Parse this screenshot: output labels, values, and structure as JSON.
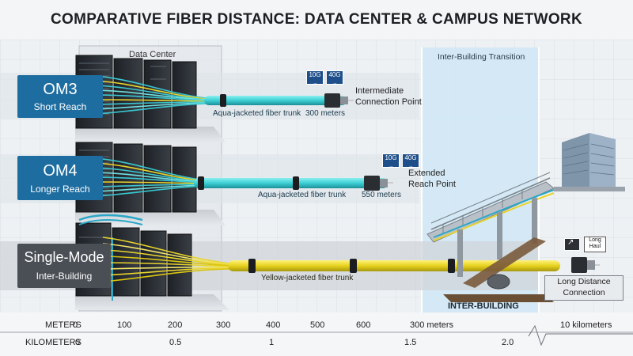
{
  "title": "COMPARATIVE FIBER DISTANCE: DATA CENTER & CAMPUS NETWORK",
  "zones": {
    "data_center": "Data Center",
    "transition": "Inter-Building Transition",
    "inter_building": "INTER-BUILDING"
  },
  "rows": [
    {
      "name": "OM3",
      "subtitle": "Short Reach",
      "trunk_label": "Aqua-jacketed fiber trunk",
      "distance_label": "300 meters",
      "endpoint_label_1": "Intermediate",
      "endpoint_label_2": "Connection Point",
      "badges": [
        "10G",
        "40G"
      ],
      "jacket_color": "#4fd3d6"
    },
    {
      "name": "OM4",
      "subtitle": "Longer Reach",
      "trunk_label": "Aqua-jacketed fiber trunk",
      "distance_label": "550 meters",
      "endpoint_label_1": "Extended",
      "endpoint_label_2": "Reach Point",
      "badges": [
        "10G",
        "40G"
      ],
      "jacket_color": "#4fd3d6"
    },
    {
      "name": "Single-Mode",
      "subtitle": "Inter-Building",
      "trunk_label": "Yellow-jacketed fiber trunk",
      "endpoint_label_1": "Long Distance",
      "endpoint_label_2": "Connection",
      "badges": [
        "Long",
        "Haul"
      ],
      "jacket_color": "#e6d21e"
    }
  ],
  "scale": {
    "meters_label": "METERS",
    "meters_ticks": [
      "0",
      "100",
      "200",
      "300",
      "400",
      "500",
      "600",
      "300 meters",
      "10 kilometers"
    ],
    "kilometers_label": "KILOMETERS",
    "kilometers_ticks": [
      "0",
      "0.5",
      "1",
      "1.5",
      "2.0"
    ]
  },
  "colors": {
    "label_blue": "#1e6da0",
    "label_gray": "#4a4f55",
    "aqua": "#4fd3d6",
    "yellow": "#e6d21e",
    "zone_blue": "#cfe7f4"
  },
  "icons": [
    "server-rack-icon",
    "fiber-connector-icon",
    "building-icon",
    "pipe-bridge-icon"
  ]
}
